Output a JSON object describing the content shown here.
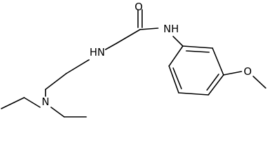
{
  "molecule": {
    "atoms": {
      "carbonyl_oxygen": "O",
      "amide_nitrogen": "NH",
      "amine_nitrogen": "HN",
      "tertiary_nitrogen": "N",
      "ether_oxygen": "O"
    },
    "colors": {
      "bond": "#000000",
      "label": "#000000",
      "background": "#ffffff"
    }
  }
}
